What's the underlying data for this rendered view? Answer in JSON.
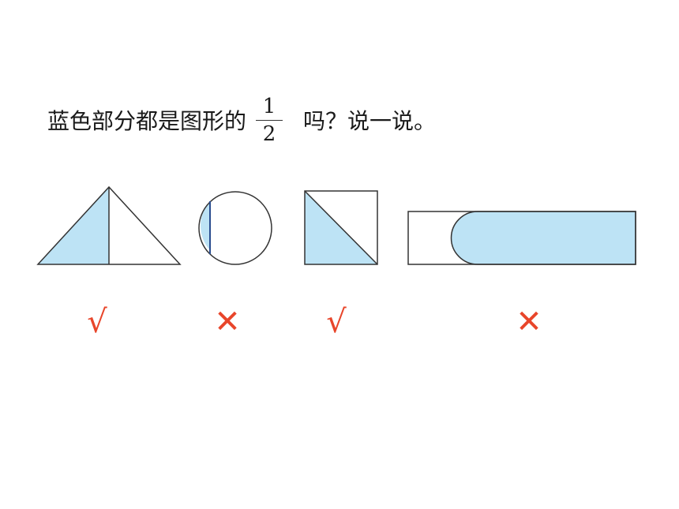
{
  "question": {
    "text_before": "蓝色部分都是图形的",
    "fraction_numerator": "1",
    "fraction_denominator": "2",
    "text_after": "吗？说一说。"
  },
  "colors": {
    "fill_blue": "#bde3f5",
    "stroke": "#333333",
    "divider_blue": "#2a4d8f",
    "mark_red": "#e8452a"
  },
  "marks": [
    {
      "shape": "triangle",
      "symbol": "√",
      "meaning": "check"
    },
    {
      "shape": "circle",
      "symbol": "✕",
      "meaning": "cross"
    },
    {
      "shape": "square",
      "symbol": "√",
      "meaning": "check"
    },
    {
      "shape": "rectangle",
      "symbol": "✕",
      "meaning": "cross"
    }
  ]
}
